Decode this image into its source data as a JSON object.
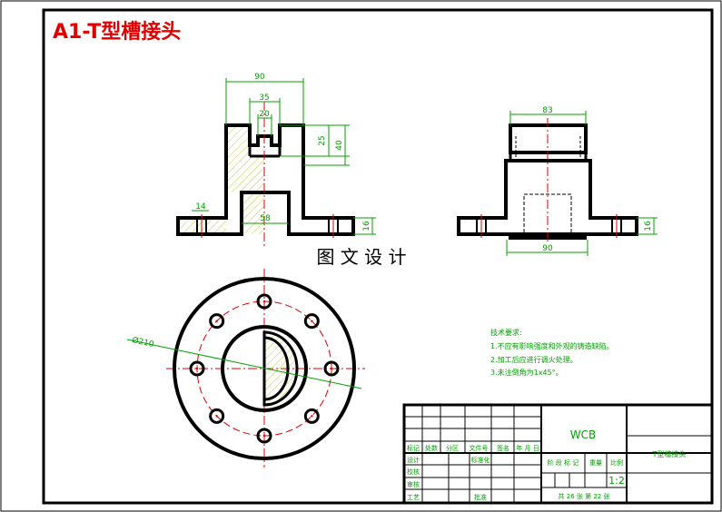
{
  "title": "A1-T型槽接头",
  "watermark": "图 文 设 计",
  "dims": {
    "w90_top": "90",
    "w35": "35",
    "w20": "20",
    "h25": "25",
    "h40": "40",
    "w58": "58",
    "d14": "14",
    "h16_left": "16",
    "w83": "83",
    "w90_right": "90",
    "h16_right": "16",
    "dia210": "Ø210"
  },
  "notes": {
    "heading": "技术要求:",
    "items": [
      "1.不应有影响强度和外观的铸造缺陷。",
      "2.加工后应进行调火处理。",
      "3.未注倒角为1x45°。"
    ]
  },
  "title_block": {
    "material": "WCB",
    "part_name": "T型槽接头",
    "row_headers": [
      "标记",
      "处数",
      "分区",
      "文件号",
      "签名",
      "年 月 日"
    ],
    "left_labels": [
      "设计",
      "校核",
      "审核",
      "工艺"
    ],
    "std_label": "标准化",
    "approve_label": "批准",
    "stage_labels": [
      "阶 段 标 记",
      "重量",
      "比例"
    ],
    "scale": "1:2",
    "sheets": "共 26 张   第 22 张"
  }
}
